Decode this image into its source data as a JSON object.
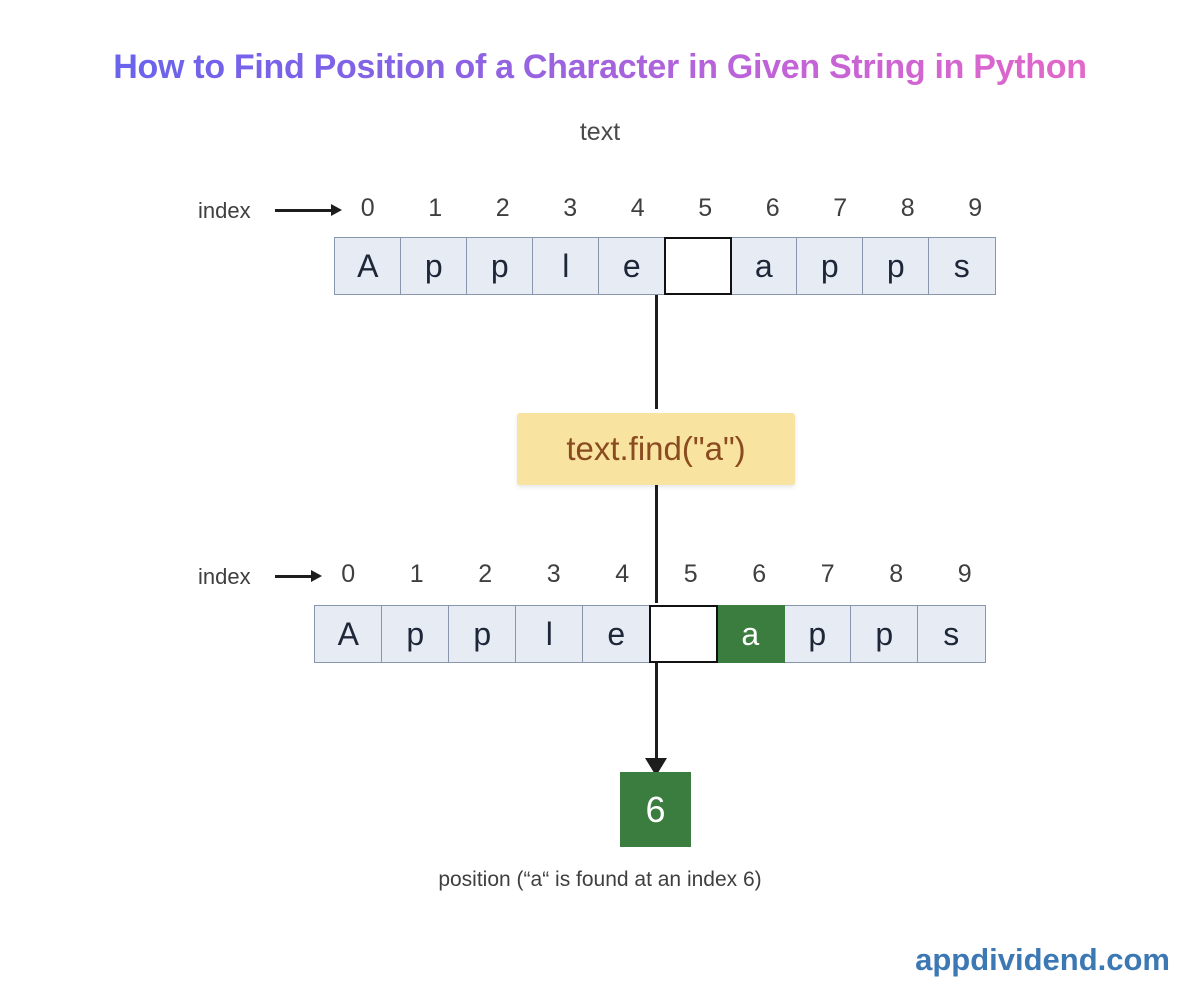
{
  "title": "How to Find Position of a Character in Given String in Python",
  "title_gradient": {
    "from": "#5f63ef",
    "mid": "#a063dd",
    "to": "#ef69c4"
  },
  "variable_label": "text",
  "index_label": "index",
  "arrow_icon": "right-arrow-icon",
  "indices": [
    "0",
    "1",
    "2",
    "3",
    "4",
    "5",
    "6",
    "7",
    "8",
    "9"
  ],
  "string_before": {
    "cells": [
      {
        "char": "A",
        "state": "normal"
      },
      {
        "char": "p",
        "state": "normal"
      },
      {
        "char": "p",
        "state": "normal"
      },
      {
        "char": "l",
        "state": "normal"
      },
      {
        "char": "e",
        "state": "normal"
      },
      {
        "char": "",
        "state": "blank"
      },
      {
        "char": "a",
        "state": "normal"
      },
      {
        "char": "p",
        "state": "normal"
      },
      {
        "char": "p",
        "state": "normal"
      },
      {
        "char": "s",
        "state": "normal"
      }
    ]
  },
  "string_after": {
    "cells": [
      {
        "char": "A",
        "state": "normal"
      },
      {
        "char": "p",
        "state": "normal"
      },
      {
        "char": "p",
        "state": "normal"
      },
      {
        "char": "l",
        "state": "normal"
      },
      {
        "char": "e",
        "state": "normal"
      },
      {
        "char": "",
        "state": "blank"
      },
      {
        "char": "a",
        "state": "match"
      },
      {
        "char": "p",
        "state": "normal"
      },
      {
        "char": "p",
        "state": "normal"
      },
      {
        "char": "s",
        "state": "normal"
      }
    ]
  },
  "operation": {
    "code": "text.find(\"a\")",
    "box_color": "#f8e3a0",
    "text_color": "#8a4b20"
  },
  "result": {
    "value": "6",
    "box_color": "#3a7d3f",
    "text_color": "#ffffff"
  },
  "caption": "position (“a“ is found at an index 6)",
  "watermark": "appdividend.com",
  "watermark_color": "#3c78b4",
  "colors": {
    "cell_fill": "#e6ebf4",
    "cell_border": "#8795ad",
    "blank_fill": "#ffffff",
    "blank_border": "#111111",
    "highlight": "#3a7d3f",
    "line": "#1d1d1d"
  }
}
